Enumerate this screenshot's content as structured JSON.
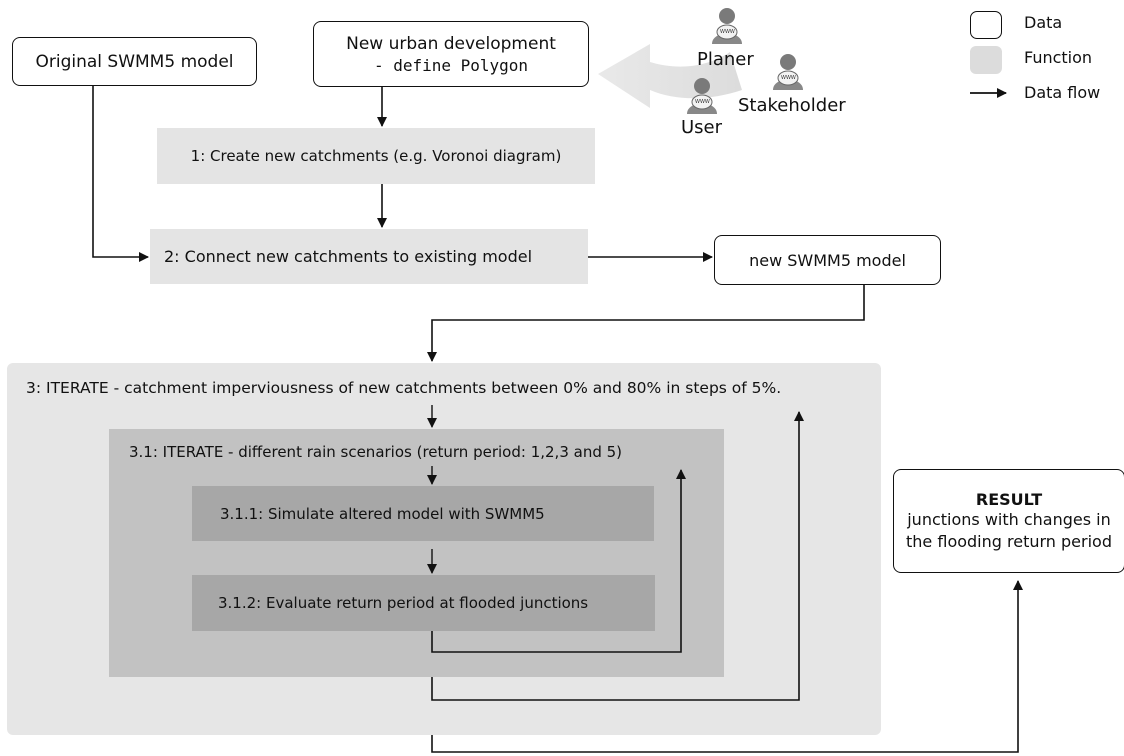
{
  "legend": {
    "data_label": "Data",
    "function_label": "Function",
    "flow_label": "Data flow"
  },
  "actors": {
    "planer": "Planer",
    "stakeholder": "Stakeholder",
    "user": "User",
    "badge": "WWW"
  },
  "boxes": {
    "original": "Original SWMM5 model",
    "new_urban_line1": "New urban development",
    "new_urban_line2": "- define Polygon",
    "step1": "1: Create new catchments (e.g. Voronoi diagram)",
    "step2": "2: Connect new catchments to existing model",
    "new_model": "new SWMM5 model",
    "step3": "3: ITERATE - catchment imperviousness of new catchments between 0% and 80% in steps of 5%.",
    "step31": "3.1: ITERATE - different rain scenarios (return period: 1,2,3 and 5)",
    "step311": "3.1.1: Simulate altered model with SWMM5",
    "step312": "3.1.2: Evaluate return period at flooded junctions",
    "result_title": "RESULT",
    "result_body": "junctions with changes in the flooding return period"
  },
  "colors": {
    "function_light": "#e4e4e4",
    "function_mid": "#c2c2c2",
    "function_dark": "#a7a7a7",
    "outer_iterate": "#e6e6e6",
    "line": "#111111"
  }
}
